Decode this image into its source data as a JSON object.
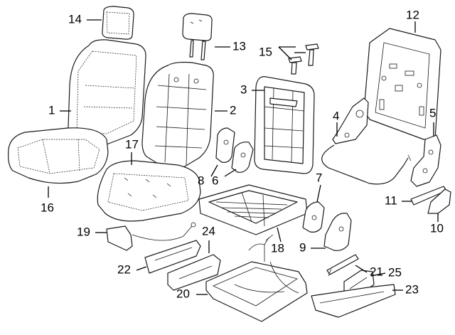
{
  "callouts": [
    {
      "id": "1",
      "label": "1",
      "part": "seat-back-cover"
    },
    {
      "id": "2",
      "label": "2",
      "part": "seat-back-pad"
    },
    {
      "id": "3",
      "label": "3",
      "part": "seat-back-frame"
    },
    {
      "id": "4",
      "label": "4",
      "part": "recliner-mechanism"
    },
    {
      "id": "5",
      "label": "5",
      "part": "side-bracket"
    },
    {
      "id": "6",
      "label": "6",
      "part": "trim-cover-right"
    },
    {
      "id": "7",
      "label": "7",
      "part": "hinge-cover"
    },
    {
      "id": "8",
      "label": "8",
      "part": "trim-cover-left"
    },
    {
      "id": "9",
      "label": "9",
      "part": "pivot-cover"
    },
    {
      "id": "10",
      "label": "10",
      "part": "end-cap"
    },
    {
      "id": "11",
      "label": "11",
      "part": "trim-strip"
    },
    {
      "id": "12",
      "label": "12",
      "part": "rear-panel"
    },
    {
      "id": "13",
      "label": "13",
      "part": "headrest-pad"
    },
    {
      "id": "14",
      "label": "14",
      "part": "headrest-cover"
    },
    {
      "id": "15",
      "label": "15",
      "part": "guide-bolts"
    },
    {
      "id": "16",
      "label": "16",
      "part": "seat-cushion-cover"
    },
    {
      "id": "17",
      "label": "17",
      "part": "seat-cushion-pad"
    },
    {
      "id": "18",
      "label": "18",
      "part": "seat-cushion-frame"
    },
    {
      "id": "19",
      "label": "19",
      "part": "release-handle"
    },
    {
      "id": "20",
      "label": "20",
      "part": "track-assembly"
    },
    {
      "id": "21",
      "label": "21",
      "part": "gas-strut"
    },
    {
      "id": "22",
      "label": "22",
      "part": "track-cover-inner"
    },
    {
      "id": "23",
      "label": "23",
      "part": "track-cover-outer"
    },
    {
      "id": "24",
      "label": "24",
      "part": "riser-bracket-left"
    },
    {
      "id": "25",
      "label": "25",
      "part": "riser-bracket-right"
    }
  ]
}
